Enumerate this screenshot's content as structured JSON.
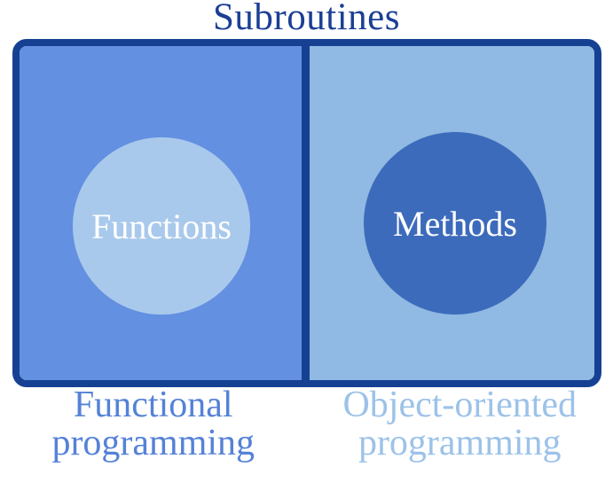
{
  "title": "Subroutines",
  "venn": {
    "left": {
      "circle_label": "Functions",
      "caption": "Functional programming"
    },
    "right": {
      "circle_label": "Methods",
      "caption": "Object-oriented programming"
    }
  },
  "colors": {
    "page_bg": "#FFFFFF",
    "frame_border": "#164193",
    "left_panel_bg": "#6390E0",
    "right_panel_bg": "#90B9E3",
    "left_circle_bg": "#A9C9EC",
    "right_circle_bg": "#3D6BBB",
    "title_text": "#1B3F94",
    "circle_label_text": "#FFFFFF",
    "left_caption_text": "#5582D7",
    "right_caption_text": "#9CC2E9"
  }
}
